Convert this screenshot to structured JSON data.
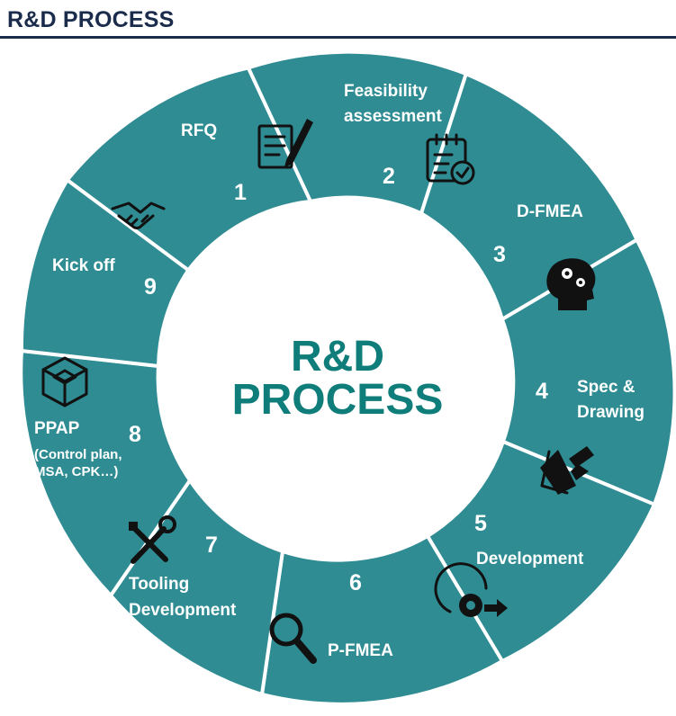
{
  "header": {
    "title": "R&D PROCESS"
  },
  "center": {
    "line1": "R&D",
    "line2": "PROCESS"
  },
  "steps": [
    {
      "number": "1",
      "label": "RFQ",
      "icon": "document-pen-icon"
    },
    {
      "number": "2",
      "label1": "Feasibility",
      "label2": "assessment",
      "icon": "checklist-clipboard-icon"
    },
    {
      "number": "3",
      "label": "D-FMEA",
      "icon": "head-gears-icon"
    },
    {
      "number": "4",
      "label1": "Spec &",
      "label2": "Drawing",
      "icon": "ruler-pencil-icon"
    },
    {
      "number": "5",
      "label": "Development",
      "icon": "gear-arrow-icon"
    },
    {
      "number": "6",
      "label": "P-FMEA",
      "icon": "magnifier-icon"
    },
    {
      "number": "7",
      "label1": "Tooling",
      "label2": "Development",
      "icon": "wrench-screwdriver-icon"
    },
    {
      "number": "8",
      "label1": "PPAP",
      "label2": "(Control plan,",
      "label3": "MSA, CPK…)",
      "icon": "cube-icon"
    },
    {
      "number": "9",
      "label": "Kick off",
      "icon": "handshake-icon"
    }
  ],
  "colors": {
    "segment": "#2f8c93",
    "center_text": "#0f7d7a",
    "header": "#1a2b4c"
  }
}
